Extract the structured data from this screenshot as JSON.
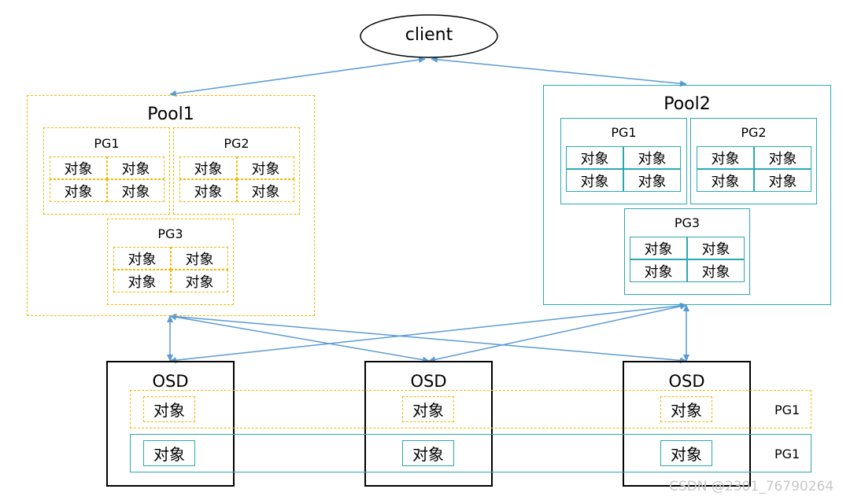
{
  "client": "client",
  "pool1": {
    "title": "Pool1",
    "pgs": [
      {
        "name": "PG1",
        "objects": [
          "对象",
          "对象",
          "对象",
          "对象"
        ]
      },
      {
        "name": "PG2",
        "objects": [
          "对象",
          "对象",
          "对象",
          "对象"
        ]
      },
      {
        "name": "PG3",
        "objects": [
          "对象",
          "对象",
          "对象",
          "对象"
        ]
      }
    ]
  },
  "pool2": {
    "title": "Pool2",
    "pgs": [
      {
        "name": "PG1",
        "objects": [
          "对象",
          "对象",
          "对象",
          "对象"
        ]
      },
      {
        "name": "PG2",
        "objects": [
          "对象",
          "对象",
          "对象",
          "对象"
        ]
      },
      {
        "name": "PG3",
        "objects": [
          "对象",
          "对象",
          "对象",
          "对象"
        ]
      }
    ]
  },
  "osds": [
    {
      "title": "OSD",
      "objects": [
        "对象",
        "对象"
      ]
    },
    {
      "title": "OSD",
      "objects": [
        "对象",
        "对象"
      ]
    },
    {
      "title": "OSD",
      "objects": [
        "对象",
        "对象"
      ]
    }
  ],
  "rows": [
    {
      "label": "PG1",
      "color": "#f5b800"
    },
    {
      "label": "PG1",
      "color": "#2aa9b3"
    }
  ],
  "colors": {
    "arrow": "#5b9bd5",
    "pool1": "#f5b800",
    "pool2": "#2aa9b3"
  },
  "watermark": "CSDN @2301_76790264"
}
